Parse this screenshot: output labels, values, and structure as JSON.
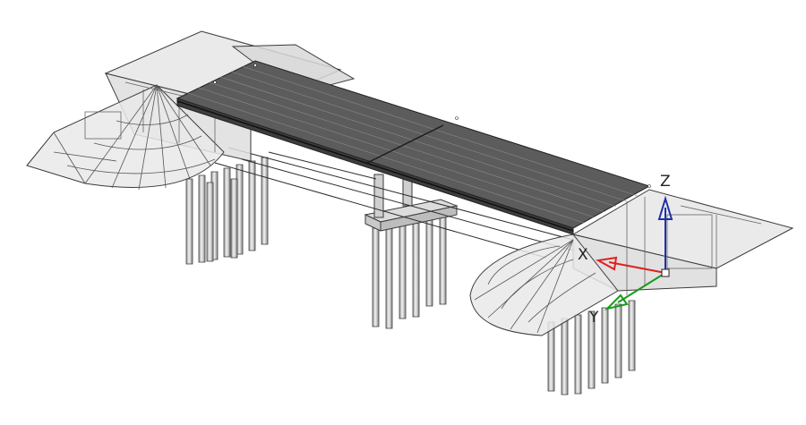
{
  "viewport": {
    "background": "#ffffff",
    "structure_stroke": "#3a3a3a",
    "structure_fill": "#e4e4e4",
    "deck_fill": "#5c5c5c"
  },
  "axes": {
    "x_label": "X",
    "y_label": "Y",
    "z_label": "Z",
    "x_color": "#e02020",
    "y_color": "#1a9a1a",
    "z_color": "#1e2fa8"
  }
}
